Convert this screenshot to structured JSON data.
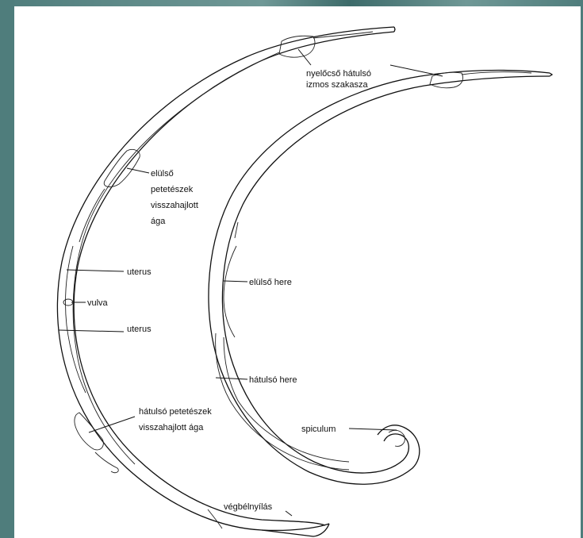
{
  "frame": {
    "accent": "#4f7d7c"
  },
  "labels": {
    "esophagus": [
      "nyelőcső hátulsó",
      "izmos szakasza"
    ],
    "anterior_ovary": [
      "elülső",
      "petetészek",
      "visszahajlott",
      "ága"
    ],
    "uterus_upper": "uterus",
    "vulva": "vulva",
    "uterus_lower": "uterus",
    "posterior_ovary": [
      "hátulsó petetészek",
      "visszahajlott ága"
    ],
    "anus": "végbélnyílás",
    "anterior_testis": "elülső here",
    "posterior_testis": "hátulsó here",
    "spiculum": "spiculum"
  }
}
